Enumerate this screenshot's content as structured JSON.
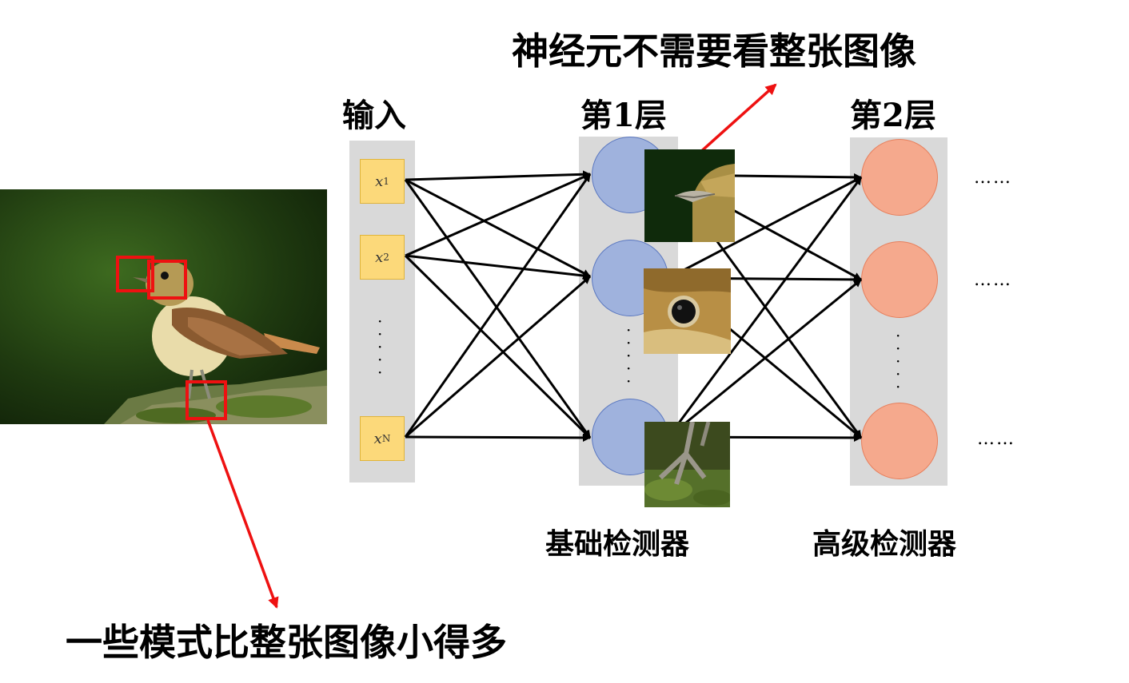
{
  "title": "神经元不需要看整张图像",
  "bottom_note": "一些模式比整张图像小得多",
  "columns": {
    "input": "输入",
    "layer1": "第1层",
    "layer2": "第2层"
  },
  "detectors": {
    "basic": "基础检测器",
    "high": "高级检测器"
  },
  "inputs": [
    {
      "var": "x",
      "sub": "1"
    },
    {
      "var": "x",
      "sub": "2"
    },
    {
      "var": "x",
      "sub": "N"
    }
  ],
  "ellipsis": "……",
  "colors": {
    "input_box": "#fcd97a",
    "layer1_node": "#9fb2dd",
    "layer2_node": "#f5a98d",
    "panel": "#d9d9d9",
    "highlight": "#ee1111"
  }
}
